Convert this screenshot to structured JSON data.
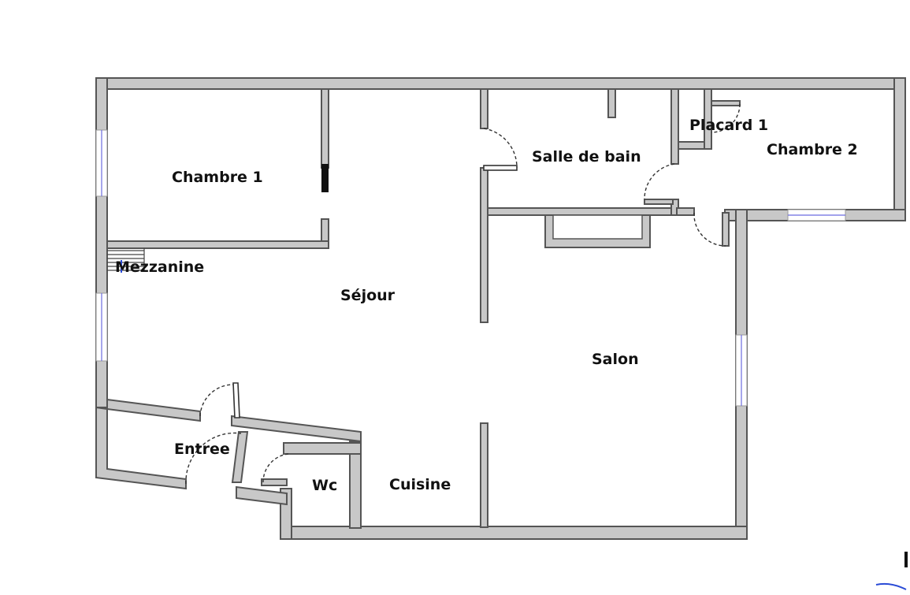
{
  "rooms": {
    "chambre1": "Chambre 1",
    "sejour": "Séjour",
    "salle_de_bain": "Salle de bain",
    "placard1": "Placard 1",
    "chambre2": "Chambre 2",
    "mezzanine": "Mezzanine",
    "salon": "Salon",
    "entree": "Entree",
    "wc": "Wc",
    "cuisine": "Cuisine"
  },
  "colors": {
    "wall_fill": "#c8c8c8",
    "wall_stroke": "#555555",
    "window": "#6a6ae0",
    "text": "#111111"
  }
}
